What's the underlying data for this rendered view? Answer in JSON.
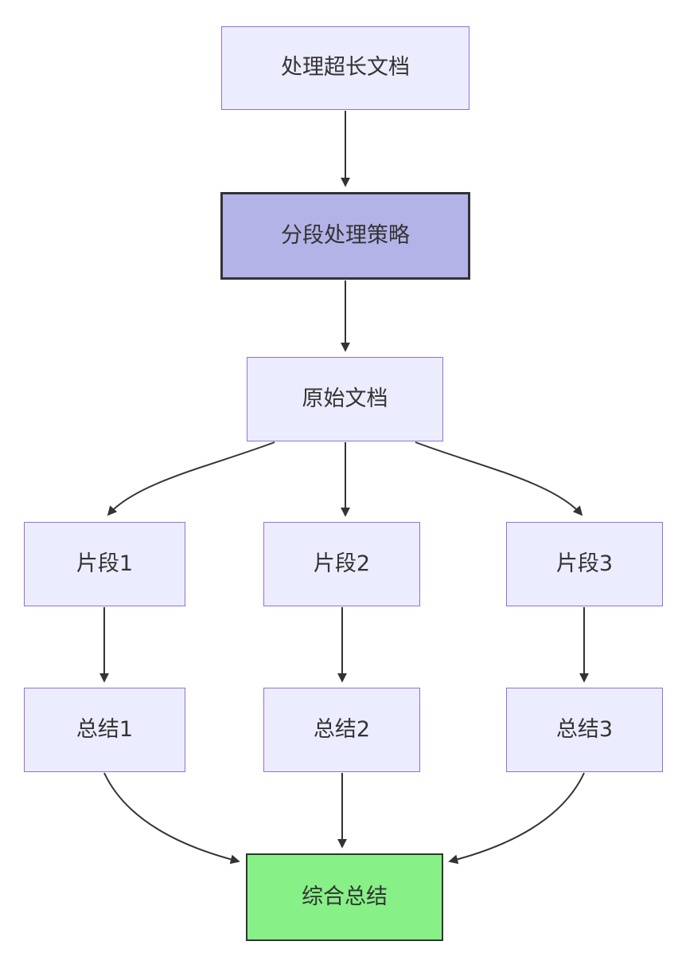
{
  "diagram": {
    "type": "flowchart",
    "direction": "top-down",
    "nodes": {
      "process_doc": {
        "label": "处理超长文档"
      },
      "strategy": {
        "label": "分段处理策略"
      },
      "original_doc": {
        "label": "原始文档"
      },
      "fragment1": {
        "label": "片段1"
      },
      "fragment2": {
        "label": "片段2"
      },
      "fragment3": {
        "label": "片段3"
      },
      "summary1": {
        "label": "总结1"
      },
      "summary2": {
        "label": "总结2"
      },
      "summary3": {
        "label": "总结3"
      },
      "final_summary": {
        "label": "综合总结"
      }
    },
    "edges": [
      {
        "from": "process_doc",
        "to": "strategy"
      },
      {
        "from": "strategy",
        "to": "original_doc"
      },
      {
        "from": "original_doc",
        "to": "fragment1"
      },
      {
        "from": "original_doc",
        "to": "fragment2"
      },
      {
        "from": "original_doc",
        "to": "fragment3"
      },
      {
        "from": "fragment1",
        "to": "summary1"
      },
      {
        "from": "fragment2",
        "to": "summary2"
      },
      {
        "from": "fragment3",
        "to": "summary3"
      },
      {
        "from": "summary1",
        "to": "final_summary"
      },
      {
        "from": "summary2",
        "to": "final_summary"
      },
      {
        "from": "summary3",
        "to": "final_summary"
      }
    ],
    "colors": {
      "background": "#ffffff",
      "node_fill": "#ECECFF",
      "node_border": "#9370DB",
      "strategy_fill": "#b3b3e8",
      "strategy_border": "#333333",
      "final_fill": "#87f087",
      "final_border": "#333333",
      "edge": "#333333",
      "text": "#333333"
    }
  }
}
